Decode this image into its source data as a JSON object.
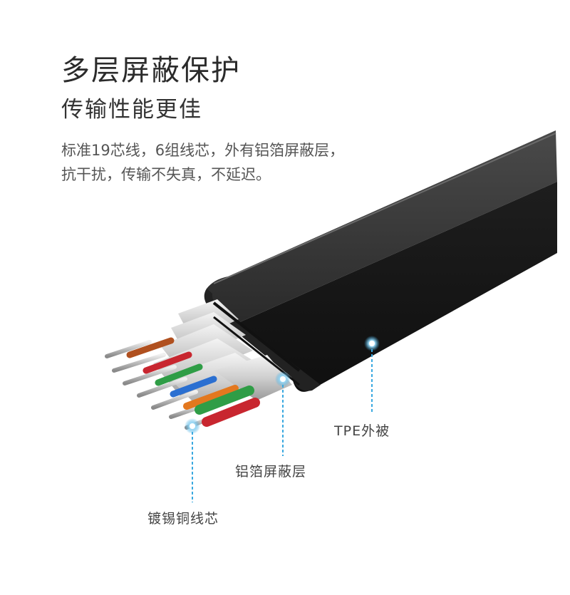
{
  "heading": {
    "title": "多层屏蔽保护",
    "subtitle": "传输性能更佳"
  },
  "description": {
    "line1": "标准19芯线，6组线芯，外有铝箔屏蔽层，",
    "line2": "抗干扰，传输不失真，不延迟。"
  },
  "callouts": {
    "jacket": "TPE外被",
    "foil": "铝箔屏蔽层",
    "core": "镀锡铜线芯"
  },
  "colors": {
    "jacket": "#2a2a2a",
    "foil": "#d9d9d9",
    "callout_line": "#3aa9e0",
    "wire_red": "#c8262f",
    "wire_green": "#2f9d46",
    "wire_blue": "#2a6fd1",
    "wire_orange": "#e3781f"
  }
}
